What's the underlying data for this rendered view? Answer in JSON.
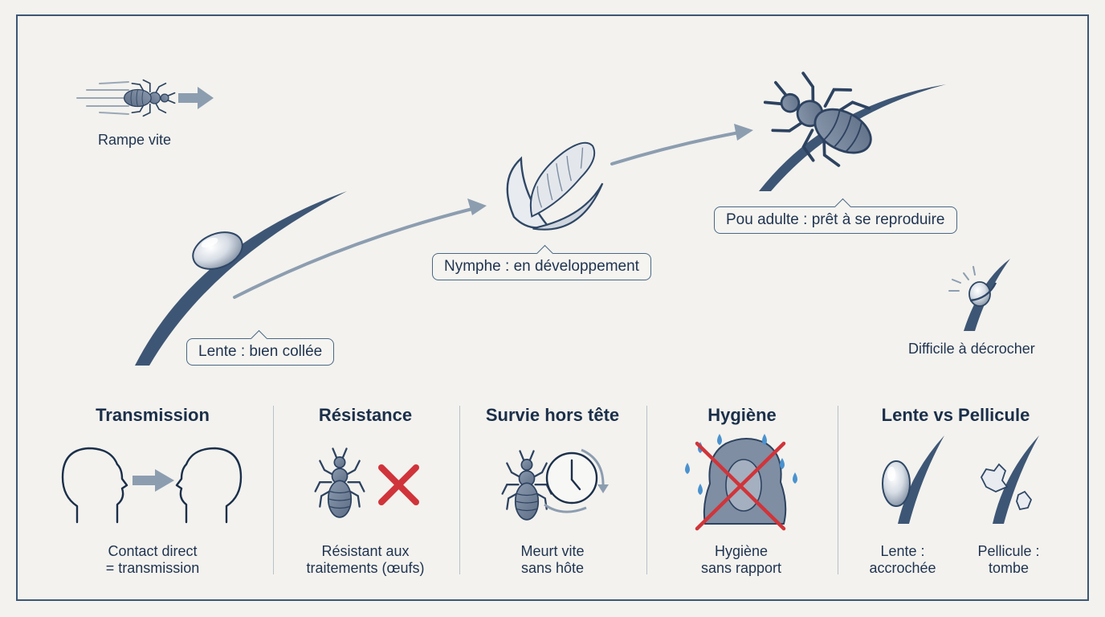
{
  "stages": {
    "lente": "Lente : bien collée",
    "nymphe": "Nymphe : en développement",
    "adulte": "Pou adulte : prêt à se reproduire"
  },
  "side_notes": {
    "rampe": "Rampe vite",
    "decrocher": "Difficile à décrocher"
  },
  "columns": [
    {
      "title": "Transmission",
      "caption": "Contact direct\n= transmission"
    },
    {
      "title": "Résistance",
      "caption": "Résistant aux\ntraitements (œufs)"
    },
    {
      "title": "Survie hors tête",
      "caption": "Meurt vite\nsans hôte"
    },
    {
      "title": "Hygiène",
      "caption": "Hygiène\nsans rapport"
    },
    {
      "title": "Lente vs Pellicule",
      "captions": [
        "Lente :\naccrochée",
        "Pellicule :\ntombe"
      ]
    }
  ],
  "colors": {
    "ink": "#1f3350",
    "hair": "#3e5675",
    "arrow": "#8c9db0",
    "cross": "#d0343a",
    "drop": "#4a92cf"
  }
}
